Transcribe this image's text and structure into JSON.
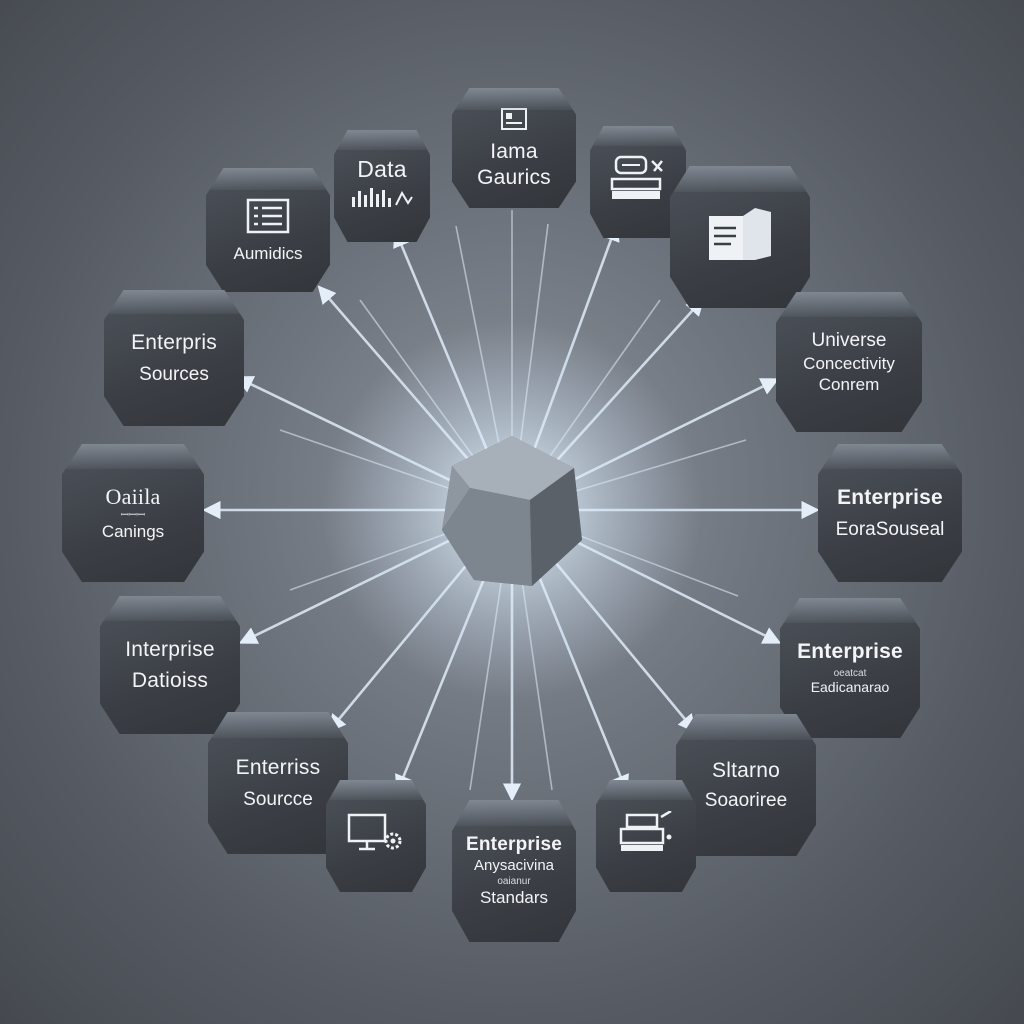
{
  "hub": {
    "icon": "polyhedron-hub-icon"
  },
  "nodes": [
    {
      "id": "top-lama",
      "icon": "tape-drive-icon",
      "lines": [
        "Iama",
        "Gaurics"
      ]
    },
    {
      "id": "top-data",
      "icon": "bar-chart-icon",
      "lines": [
        "Data"
      ]
    },
    {
      "id": "upper-left",
      "icon": "list-document-icon",
      "lines": [
        "Aumidics"
      ]
    },
    {
      "id": "upper-right-icon",
      "icon": "server-rack-icon",
      "lines": []
    },
    {
      "id": "right-documents",
      "icon": "documents-icon",
      "lines": []
    },
    {
      "id": "left-enterpris-sources",
      "icon": "",
      "lines": [
        "Enterpris",
        "Sources"
      ]
    },
    {
      "id": "right-universe",
      "icon": "",
      "lines": [
        "Universe",
        "Concectivity",
        "Conrem"
      ]
    },
    {
      "id": "left-caniings",
      "icon": "",
      "lines": [
        "Oaiila",
        "Canings"
      ],
      "micro": [
        "ꟷ",
        "ꟷꟷꟷ"
      ]
    },
    {
      "id": "right-enterprise-1",
      "icon": "",
      "lines": [
        "Enterprise",
        "EoraSouseal"
      ]
    },
    {
      "id": "left-enterprise-datioiss",
      "icon": "",
      "lines": [
        "Interprise",
        "Datioiss"
      ]
    },
    {
      "id": "right-enterprise-2",
      "icon": "",
      "lines": [
        "Enterprise",
        "Eadicanarao"
      ],
      "micro": [
        "oeatcat"
      ]
    },
    {
      "id": "lower-left-source",
      "icon": "",
      "lines": [
        "Enterriss",
        "Sourcce"
      ]
    },
    {
      "id": "lower-right-slitarno",
      "icon": "",
      "lines": [
        "Sltarno",
        "Soaoriree"
      ]
    },
    {
      "id": "bottom-left-monitor",
      "icon": "monitor-gear-icon",
      "lines": []
    },
    {
      "id": "bottom-right-printer",
      "icon": "printer-icon",
      "lines": []
    },
    {
      "id": "bottom-standards",
      "icon": "",
      "lines": [
        "Enterprise",
        "Anysacivina",
        "Standars"
      ],
      "micro": [
        "oaianur"
      ]
    }
  ],
  "colors": {
    "connector": "#d9e6f2",
    "hub_glow": "#ffffff",
    "node_fill": "#3d4148",
    "node_text": "#f2f4f6"
  }
}
